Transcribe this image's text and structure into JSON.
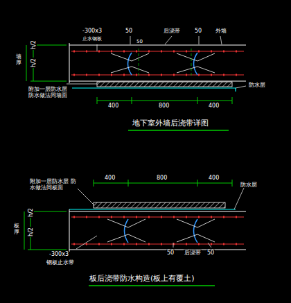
{
  "diagram": {
    "labels": [
      "-300x3",
      "止水钢板",
      "50",
      "后浇带",
      "50",
      "外墙",
      "50",
      "墙厚",
      "h/2",
      "h/2",
      "附加一层防水层 防水做法同墙面",
      "防水层",
      "400",
      "800",
      "400",
      "地下室外墙后浇带详图",
      "附加一层防水层 防水做法同板面",
      "400",
      "800",
      "400",
      "防水层",
      "板厚",
      "h/2",
      "h/2",
      "-300x3",
      "钢板止水带",
      "50",
      "后浇带",
      "50",
      "板后浇带防水构造(板上有覆土)"
    ]
  }
}
